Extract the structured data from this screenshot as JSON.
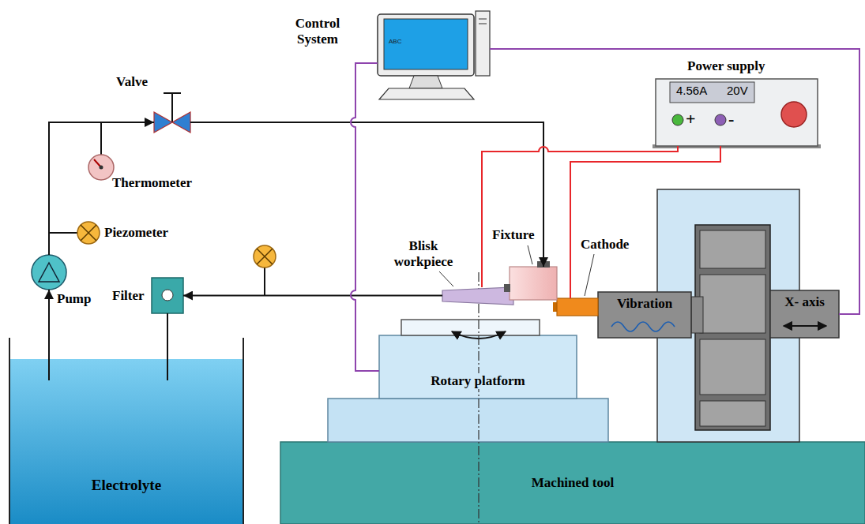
{
  "diagram": {
    "nodes": [
      {
        "text": [
          "Electrolyte"
        ]
      },
      {
        "text": [
          "Pump"
        ]
      },
      {
        "text": [
          "Piezometer"
        ]
      },
      {
        "text": [
          "Thermometer"
        ]
      },
      {
        "text": [
          "Valve"
        ]
      },
      {
        "text": [
          "Control System",
          "ABC"
        ]
      },
      {
        "text": [
          "Power supply",
          "4.56A",
          "20V",
          "+",
          "-"
        ]
      },
      {
        "text": [
          "Filter"
        ]
      },
      {
        "text": [
          "Blisk workpiece"
        ]
      },
      {
        "text": [
          "Fixture"
        ]
      },
      {
        "text": [
          "Cathode"
        ]
      },
      {
        "text": [
          "Vibration"
        ]
      },
      {
        "text": [
          "X- axis"
        ]
      },
      {
        "text": [
          "Rotary platform"
        ]
      },
      {
        "text": [
          "Machined tool"
        ]
      }
    ],
    "edges": [
      {
        "from": 0,
        "to": 1,
        "arrow": "to"
      },
      {
        "from": 1,
        "to": 4,
        "arrow": "to"
      },
      {
        "from": 4,
        "to": 9,
        "arrow": "to"
      },
      {
        "from": 8,
        "to": 7,
        "arrow": "to"
      },
      {
        "from": 7,
        "to": 0,
        "arrow": "none"
      },
      {
        "from": 6,
        "to": 8,
        "arrow": "none"
      },
      {
        "from": 6,
        "to": 10,
        "arrow": "none"
      },
      {
        "from": 5,
        "to": 13,
        "arrow": "none"
      },
      {
        "from": 5,
        "to": 12,
        "arrow": "none"
      }
    ]
  }
}
